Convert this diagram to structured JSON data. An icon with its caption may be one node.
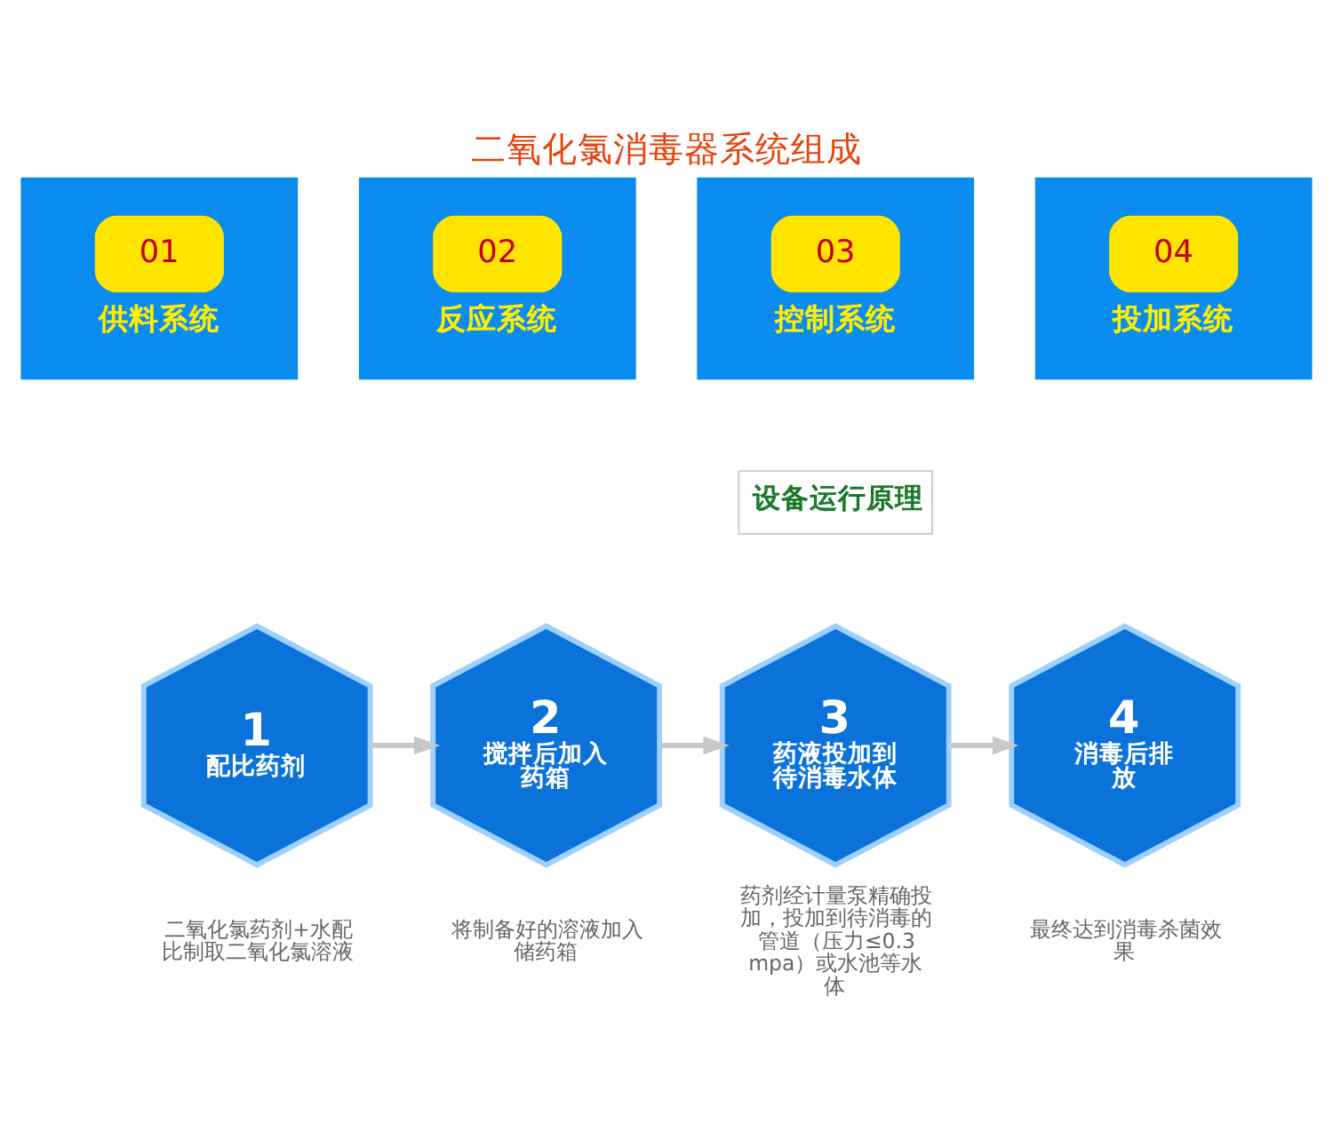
{
  "diagram": {
    "title": "二氧化氯消毒器系统组成",
    "nodes": [
      {
        "text": [
          "01",
          "供料系统"
        ]
      },
      {
        "text": [
          "02",
          "反应系统"
        ]
      },
      {
        "text": [
          "03",
          "控制系统"
        ]
      },
      {
        "text": [
          "04",
          "投加系统"
        ]
      },
      {
        "text": [
          "1",
          "配比药剂"
        ],
        "beside": [
          "二氧化氯药剂+水配比制取二氧化氯溶液"
        ]
      },
      {
        "text": [
          "2",
          "搅拌后加入药箱"
        ],
        "beside": [
          "将制备好的溶液加入储药箱"
        ]
      },
      {
        "text": [
          "3",
          "药液投加到待消毒水体"
        ],
        "beside": [
          "药剂经计量泵精确投加，投加到待消毒的管道（压力≤0.3mpa）或水池等水体"
        ]
      },
      {
        "text": [
          "4",
          "消毒后排放"
        ],
        "beside": [
          "最终达到消毒杀菌效果"
        ]
      }
    ],
    "edges": [
      {
        "from": 4,
        "to": 5,
        "arrow": "to"
      },
      {
        "from": 5,
        "to": 6,
        "arrow": "to"
      },
      {
        "from": 6,
        "to": 7,
        "arrow": "to"
      }
    ],
    "labels": [
      "设备运行原理"
    ]
  }
}
